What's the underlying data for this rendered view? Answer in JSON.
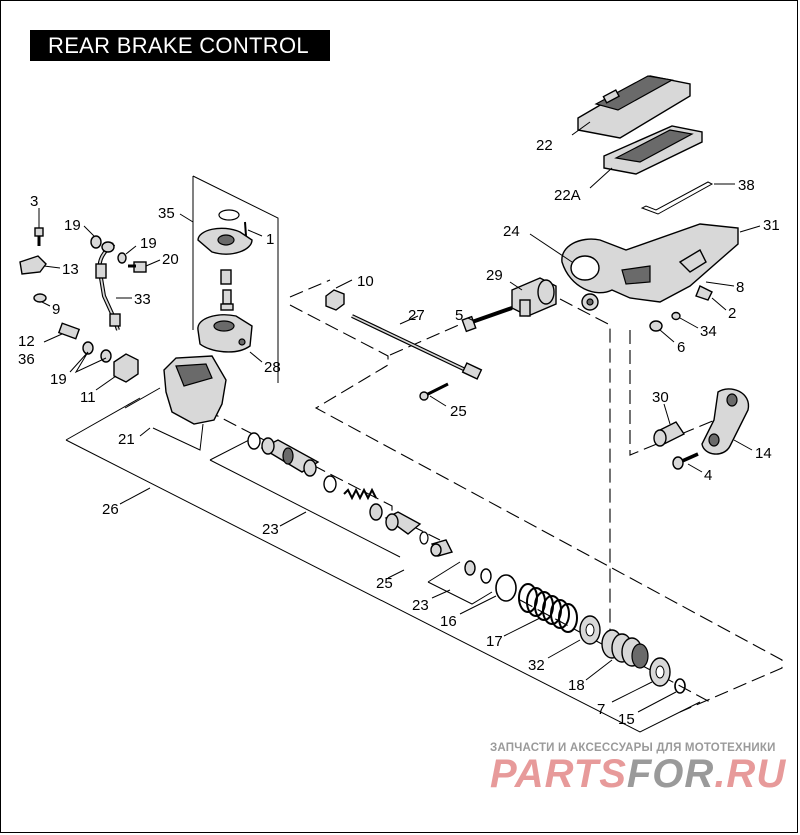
{
  "title": "REAR BRAKE CONTROL",
  "callouts": [
    "1",
    "2",
    "3",
    "4",
    "5",
    "6",
    "7",
    "8",
    "9",
    "10",
    "11",
    "12",
    "13",
    "14",
    "15",
    "16",
    "17",
    "18",
    "19",
    "20",
    "21",
    "22",
    "22A",
    "23",
    "24",
    "25",
    "26",
    "27",
    "28",
    "29",
    "30",
    "31",
    "32",
    "33",
    "34",
    "35",
    "36",
    "37",
    "38"
  ],
  "watermark": {
    "caption": "ЗАПЧАСТИ И АКСЕССУАРЫ ДЛЯ МОТОТЕХНИКИ",
    "logo_part1": "PARTS",
    "logo_part2": "FOR",
    "logo_part3": ".RU"
  },
  "colors": {
    "frame": "#000000",
    "title_bg": "#000000",
    "title_text": "#ffffff",
    "watermark_red": "#e79a9a",
    "watermark_grey": "#9a9a9a"
  }
}
